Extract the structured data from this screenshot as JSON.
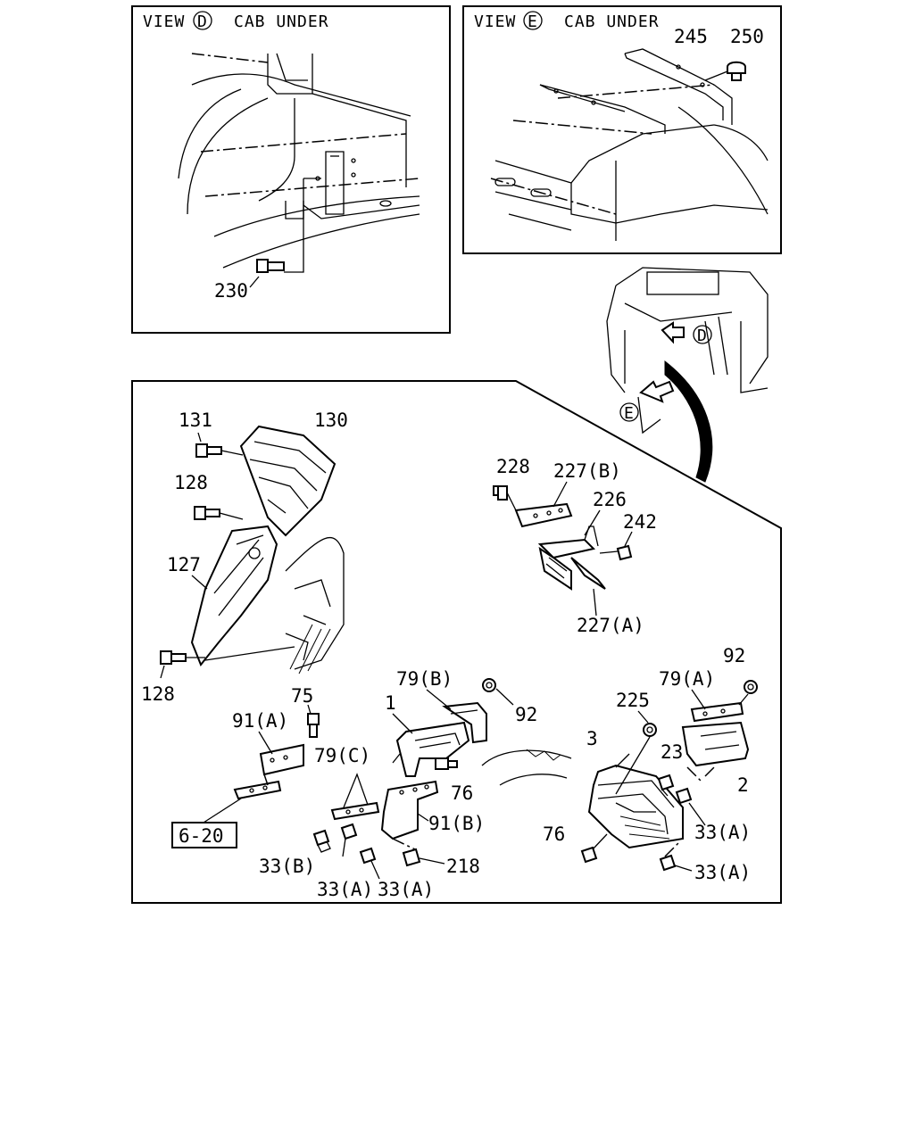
{
  "view_d": {
    "prefix": "VIEW",
    "letter": "D",
    "title": "CAB UNDER"
  },
  "view_e": {
    "prefix": "VIEW",
    "letter": "E",
    "title": "CAB UNDER"
  },
  "cab_markers": {
    "d": "D",
    "e": "E"
  },
  "reference_box": "6-20",
  "labels": {
    "p230": "230",
    "p245": "245",
    "p250": "250",
    "p131": "131",
    "p130": "130",
    "p128a": "128",
    "p128b": "128",
    "p127": "127",
    "p228": "228",
    "p227b": "227(B)",
    "p226": "226",
    "p242": "242",
    "p227a": "227(A)",
    "p75": "75",
    "p91a": "91(A)",
    "p79b": "79(B)",
    "p92a": "92",
    "p1": "1",
    "p79c": "79(C)",
    "p76a": "76",
    "p91b": "91(B)",
    "p33b": "33(B)",
    "p33a1": "33(A)",
    "p33a2": "33(A)",
    "p218": "218",
    "p92b": "92",
    "p79a": "79(A)",
    "p225": "225",
    "p3": "3",
    "p23": "23",
    "p2": "2",
    "p33a3": "33(A)",
    "p76b": "76",
    "p33a4": "33(A)"
  }
}
